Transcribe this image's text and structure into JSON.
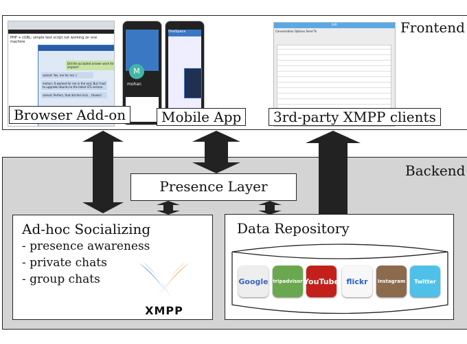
{
  "frontend": {
    "title": "Frontend",
    "clients": [
      {
        "label": "Browser Add-on"
      },
      {
        "label": "Mobile App"
      },
      {
        "label": "3rd-party XMPP clients"
      }
    ],
    "browser_shot": {
      "heading": "PHP + cURL: simple test script not working on one machine",
      "msgs": [
        "Did the accepted answer work for anyone?",
        "salnait: Yes, me for ma :)",
        "mohan: It worked for me in the end. But I had to upgrade Ubuntu to the latest LTS version.",
        "salnait: Perfect, that did the trick... thanks!"
      ]
    },
    "mobile_shot": {
      "avatar": "M",
      "name": "mohan",
      "chat_title": "OneSpace"
    },
    "xmpp_shot": {
      "title": "Juli",
      "menu": [
        "Conversation",
        "Options",
        "Send To"
      ]
    }
  },
  "backend": {
    "title": "Backend",
    "presence_layer": "Presence Layer",
    "adhoc": {
      "title": "Ad-hoc Socializing",
      "features": [
        "presence awareness",
        "private chats",
        "group chats"
      ],
      "logo_text": "XMPP"
    },
    "repository": {
      "title": "Data Repository",
      "sources": [
        {
          "name": "Google",
          "color": "#eeeeee"
        },
        {
          "name": "tripadvisor",
          "color": "#6aa84f"
        },
        {
          "name": "YouTube",
          "color": "#c4201b"
        },
        {
          "name": "flickr",
          "color": "#f7f7f7"
        },
        {
          "name": "Instagram",
          "color": "#8b6a4d"
        },
        {
          "name": "Twitter",
          "color": "#4fc1e9"
        }
      ]
    }
  }
}
